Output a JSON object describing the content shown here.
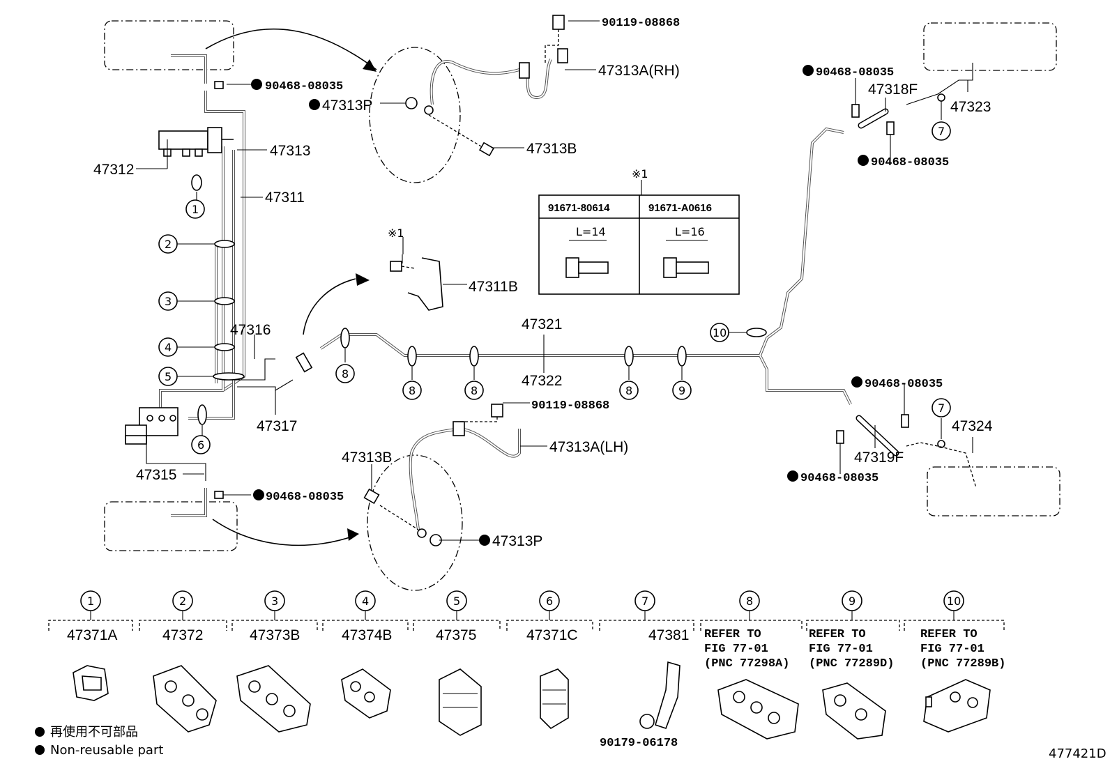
{
  "labels": {
    "p90119_top": "90119-08868",
    "p47313a_rh": "47313A(RH)",
    "p90468_tl": "90468-08035",
    "p47313p_top": "47313P",
    "p47313b_top": "47313B",
    "p47313": "47313",
    "p47312": "47312",
    "p47311": "47311",
    "p47311b": "47311B",
    "p47316": "47316",
    "p47317": "47317",
    "p47321": "47321",
    "p47322": "47322",
    "p90119_mid": "90119-08868",
    "p47313b_bot": "47313B",
    "p47313a_lh": "47313A(LH)",
    "p47315": "47315",
    "p90468_bl": "90468-08035",
    "p47313p_bot": "47313P",
    "p90468_tr1": "90468-08035",
    "p47318f": "47318F",
    "p47323": "47323",
    "p90468_tr2": "90468-08035",
    "p90468_mr1": "90468-08035",
    "p47324": "47324",
    "p47319f": "47319F",
    "p90468_mr2": "90468-08035",
    "ref_mark": "※1",
    "ref_mark2": "※1"
  },
  "bolt_table": {
    "col1_pn": "91671-80614",
    "col2_pn": "91671-A0616",
    "col1_len": "L=14",
    "col2_len": "L=16"
  },
  "callouts": {
    "c1": "1",
    "c2": "2",
    "c3": "3",
    "c4": "4",
    "c5": "5",
    "c6": "6",
    "c7": "7",
    "c8": "8",
    "c9": "9",
    "c10": "10"
  },
  "clamps": [
    {
      "num": "1",
      "pn": "47371A"
    },
    {
      "num": "2",
      "pn": "47372"
    },
    {
      "num": "3",
      "pn": "47373B"
    },
    {
      "num": "4",
      "pn": "47374B"
    },
    {
      "num": "5",
      "pn": "47375"
    },
    {
      "num": "6",
      "pn": "47371C"
    },
    {
      "num": "7",
      "pn": "47381",
      "extra": "90179-06178"
    },
    {
      "num": "8",
      "line1": "REFER TO",
      "line2": "FIG 77-01",
      "line3": "(PNC 77298A)"
    },
    {
      "num": "9",
      "line1": "REFER TO",
      "line2": "FIG 77-01",
      "line3": "(PNC 77289D)"
    },
    {
      "num": "10",
      "line1": "REFER TO",
      "line2": "FIG 77-01",
      "line3": "(PNC 77289B)"
    }
  ],
  "legend": {
    "jp": "再使用不可部品",
    "en": "Non-reusable part"
  },
  "figure_id": "477421D"
}
